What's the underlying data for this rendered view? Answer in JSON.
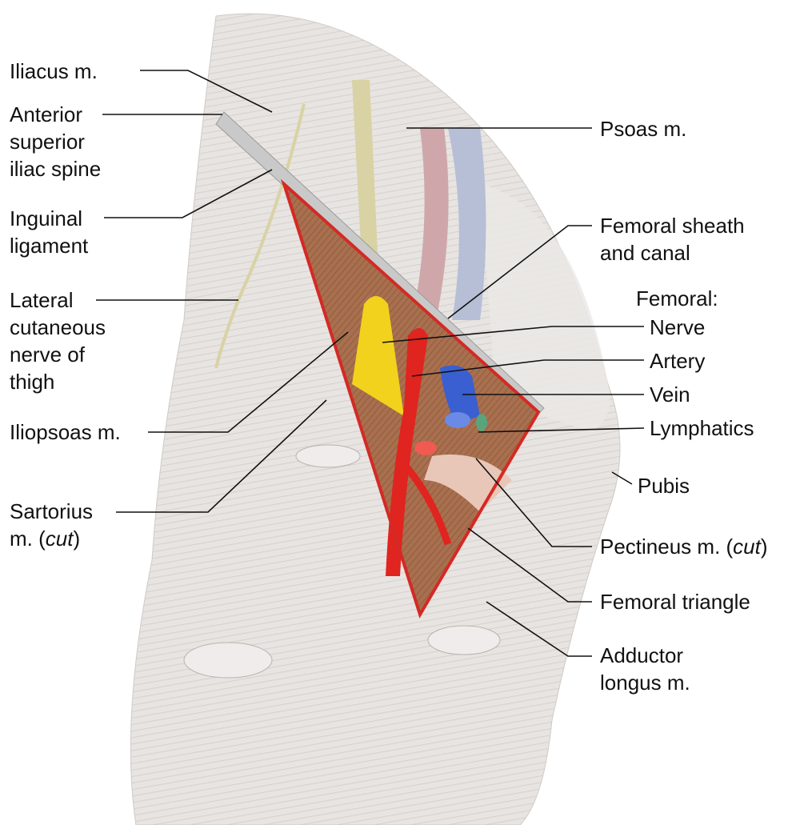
{
  "labels": {
    "iliacus": "Iliacus m.",
    "asis_1": "Anterior",
    "asis_2": "superior",
    "asis_3": "iliac spine",
    "inguinal_1": "Inguinal",
    "inguinal_2": "ligament",
    "lcn_1": "Lateral",
    "lcn_2": "cutaneous",
    "lcn_3": "nerve of",
    "lcn_4": "thigh",
    "iliopsoas": "Iliopsoas m.",
    "sartorius_1": "Sartorius",
    "sartorius_2": "m. (",
    "sartorius_cut": "cut",
    "sartorius_close": ")",
    "psoas": "Psoas m.",
    "sheath_1": "Femoral sheath",
    "sheath_2": "and canal",
    "femoral_heading": "Femoral:",
    "nerve": "Nerve",
    "artery": "Artery",
    "vein": "Vein",
    "lymphatics": "Lymphatics",
    "pubis": "Pubis",
    "pectineus": "Pectineus m. (",
    "pectineus_cut": "cut",
    "pectineus_close": ")",
    "triangle": "Femoral triangle",
    "adductor_1": "Adductor",
    "adductor_2": "longus m."
  },
  "colors": {
    "muscle": "#e6e3e0",
    "triangle_outline": "#d42a25",
    "artery": "#e0241f",
    "vein": "#3a5fd0",
    "nerve": "#f2d21c",
    "deep_muscle": "#a8704f"
  }
}
